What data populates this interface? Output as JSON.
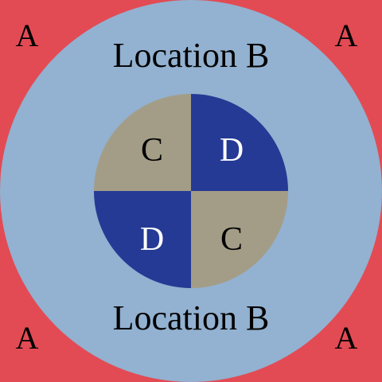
{
  "colors": {
    "region_a": "#e24b54",
    "region_b": "#93b1d0",
    "region_c": "#a39d87",
    "region_d": "#253a94",
    "text_dark": "#000000",
    "text_light": "#ffffff"
  },
  "corners": {
    "top_left": "A",
    "top_right": "A",
    "bottom_left": "A",
    "bottom_right": "A"
  },
  "location_labels": {
    "top": "Location B",
    "bottom": "Location B"
  },
  "quadrants": {
    "top_left": "C",
    "top_right": "D",
    "bottom_left": "D",
    "bottom_right": "C"
  }
}
